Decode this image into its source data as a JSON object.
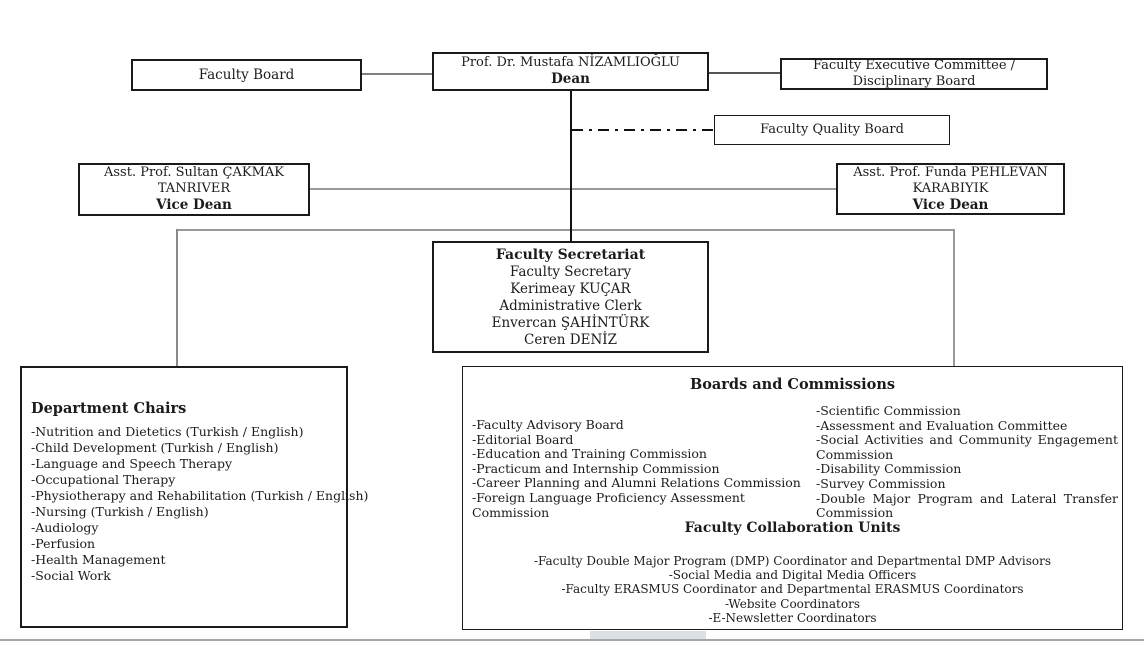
{
  "colors": {
    "box_border": "#1a1a1a",
    "text": "#1b1b1b",
    "connector_gray": "#999999",
    "connector_dark": "#111111",
    "bottom_rule": "#a6a6a6"
  },
  "org": {
    "faculty_board": {
      "label": "Faculty Board"
    },
    "dean": {
      "lines": [
        "Prof. Dr. Mustafa NİZAMLIOĞLU"
      ],
      "title": "Dean"
    },
    "executive_committee": {
      "lines": [
        "Faculty Executive Committee /",
        "Disciplinary Board"
      ]
    },
    "quality_board": {
      "label": "Faculty Quality Board"
    },
    "vice_dean_left": {
      "lines": [
        "Asst. Prof. Sultan ÇAKMAK",
        "TANRIVER"
      ],
      "title": "Vice Dean"
    },
    "vice_dean_right": {
      "lines": [
        "Asst. Prof. Funda PEHLEVAN",
        "KARABIYIK"
      ],
      "title": "Vice Dean"
    },
    "secretariat": {
      "title": "Faculty Secretariat",
      "lines": [
        "Faculty Secretary",
        "Kerimeay KUÇAR",
        "Administrative Clerk",
        "Envercan ŞAHİNTÜRK",
        "Ceren DENİZ"
      ]
    },
    "department_chairs": {
      "title": "Department Chairs",
      "items": [
        "-Nutrition and Dietetics (Turkish / English)",
        "-Child Development (Turkish / English)",
        "-Language and Speech Therapy",
        "-Occupational Therapy",
        "-Physiotherapy and Rehabilitation (Turkish / English)",
        "-Nursing (Turkish / English)",
        "-Audiology",
        "-Perfusion",
        "-Health Management",
        "-Social Work"
      ]
    },
    "boards_commissions": {
      "title": "Boards and Commissions",
      "left_items": [
        "-Faculty Advisory Board",
        "-Editorial Board",
        "-Education and Training Commission",
        "-Practicum and Internship Commission",
        "-Career Planning and Alumni Relations Commission",
        "-Foreign Language Proficiency Assessment Commission"
      ],
      "right_items": [
        "-Scientific Commission",
        "-Assessment and Evaluation Committee",
        "-Social Activities and Community Engagement Commission",
        "-Disability Commission",
        "-Survey Commission",
        "-Double Major Program and Lateral Transfer Commission"
      ],
      "collaboration_title": "Faculty Collaboration Units",
      "collaboration_items": [
        "-Faculty Double Major Program (DMP) Coordinator and Departmental DMP Advisors",
        "-Social Media and Digital Media Officers",
        "-Faculty ERASMUS Coordinator and Departmental ERASMUS Coordinators",
        "-Website Coordinators",
        "-E-Newsletter Coordinators"
      ]
    }
  }
}
